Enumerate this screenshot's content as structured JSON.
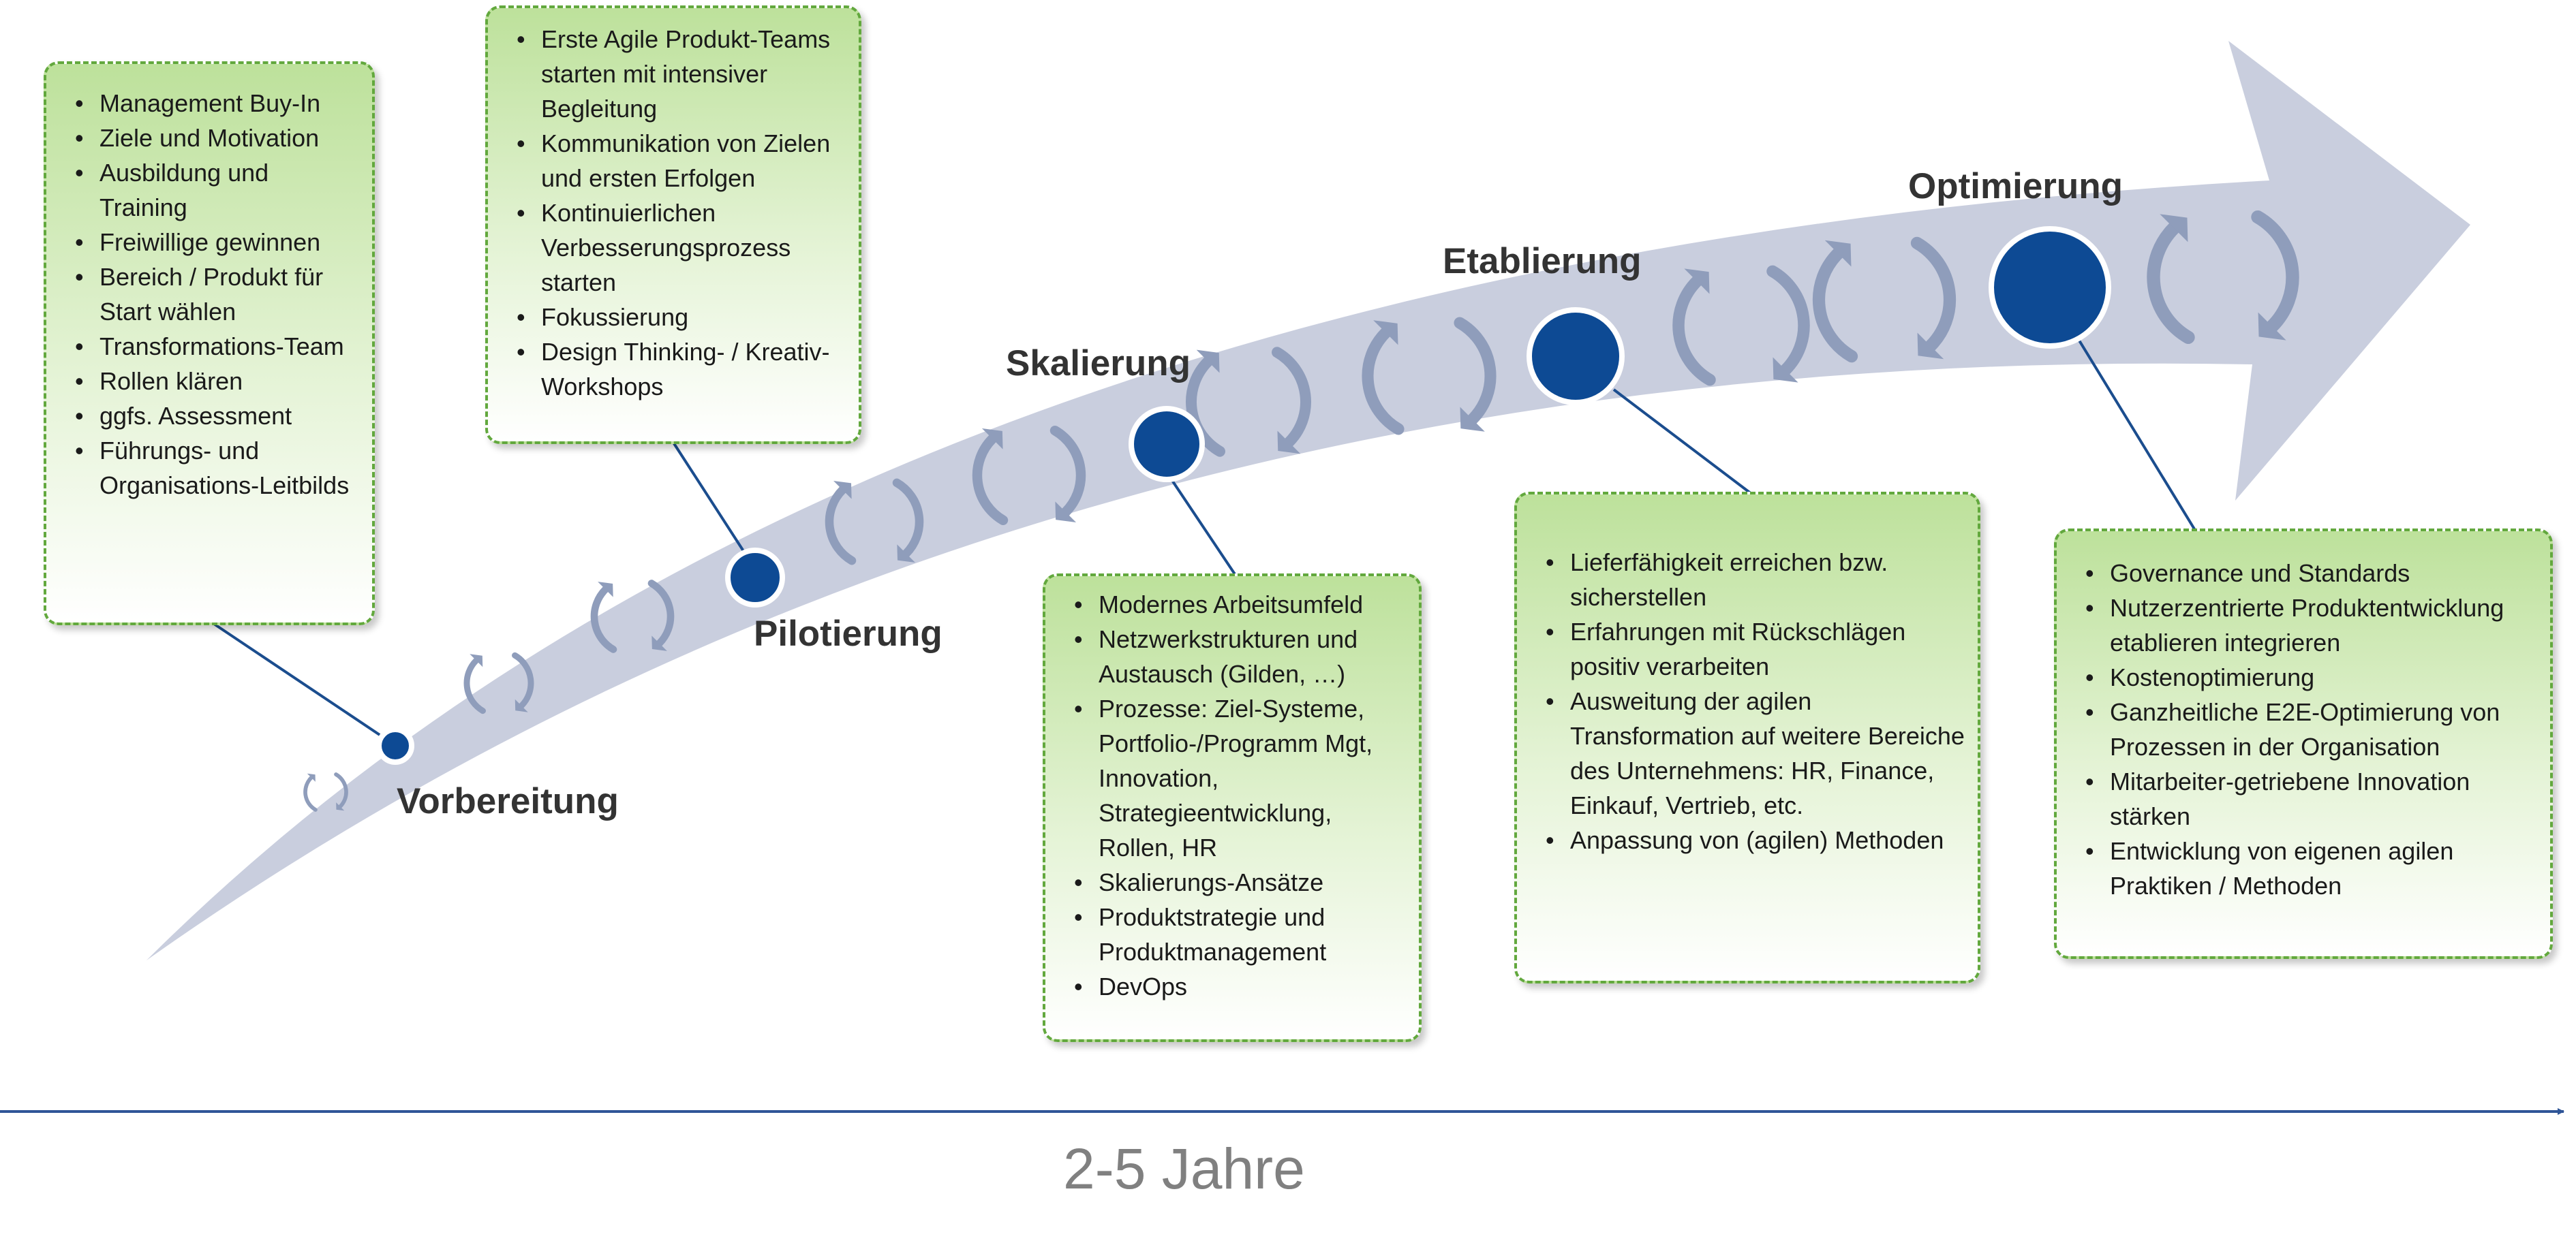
{
  "phases": {
    "vorbereitung": {
      "label": "Vorbereitung",
      "items": [
        "Management Buy-In",
        "Ziele und Motivation",
        "Ausbildung und Training",
        "Freiwillige gewinnen",
        "Bereich / Produkt für Start wählen",
        "Transformations-Team",
        "Rollen klären",
        "ggfs. Assessment",
        "Führungs- und Organisations-Leitbilds"
      ]
    },
    "pilotierung": {
      "label": "Pilotierung",
      "items": [
        "Erste Agile Produkt-Teams starten mit intensiver Begleitung",
        "Kommunikation von Zielen und ersten Erfolgen",
        "Kontinuierlichen Verbesserungsprozess starten",
        "Fokussierung",
        "Design Thinking- / Kreativ-Workshops"
      ]
    },
    "skalierung": {
      "label": "Skalierung",
      "items": [
        "Modernes Arbeitsumfeld",
        "Netzwerkstrukturen und Austausch (Gilden, …)",
        "Prozesse:  Ziel-Systeme, Portfolio-/Programm Mgt, Innovation, Strategieentwicklung, Rollen, HR",
        "Skalierungs-Ansätze",
        "Produktstrategie und Produktmanagement",
        "DevOps"
      ]
    },
    "etablierung": {
      "label": "Etablierung",
      "items": [
        "Lieferfähigkeit erreichen bzw. sicherstellen",
        "Erfahrungen mit Rückschlägen positiv verarbeiten",
        "Ausweitung der agilen Transformation auf weitere Bereiche des Unternehmens: HR, Finance, Einkauf, Vertrieb, etc.",
        "Anpassung von (agilen) Methoden"
      ]
    },
    "optimierung": {
      "label": "Optimierung",
      "items": [
        "Governance und Standards",
        "Nutzerzentrierte Produktentwicklung etablieren integrieren",
        "Kostenoptimierung",
        "Ganzheitliche E2E-Optimierung von Prozessen in der Organisation",
        "Mitarbeiter-getriebene Innovation stärken",
        "Entwicklung von eigenen agilen Praktiken / Methoden"
      ]
    }
  },
  "timeline": {
    "label": "2-5 Jahre"
  },
  "colors": {
    "arrow": "#c9cede",
    "cycle_icon": "#8f9dbb",
    "milestone": "#0d4a94",
    "connector": "#1b4d8e",
    "box_border": "#62a83d",
    "timeline_axis": "#2f5597",
    "timeline_text": "#808080"
  },
  "icons": [
    "cycle-icon",
    "milestone-circle"
  ]
}
